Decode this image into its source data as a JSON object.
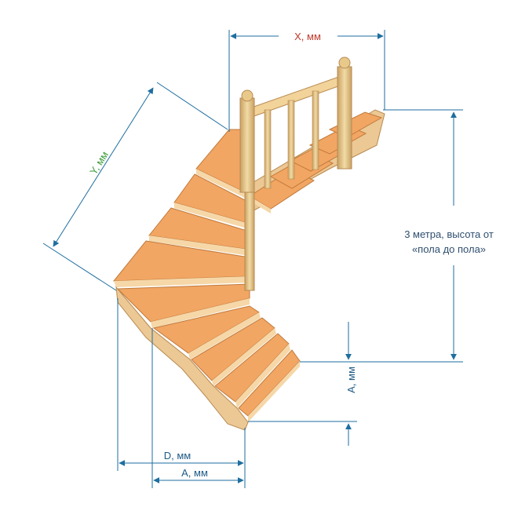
{
  "diagram": {
    "labels": {
      "x": "X, мм",
      "y": "Y, мм",
      "d": "D, мм",
      "a_bottom": "A, мм",
      "a_side": "A, мм"
    },
    "note": {
      "line1": "3 метра, высота от",
      "line2": "«пола до пола»"
    }
  },
  "colors": {
    "dimension_line": "#1e6ea0",
    "label_red": "#c0392b",
    "label_green": "#3b9b3b",
    "label_blue": "#1e5a86",
    "tread": "#f2a663",
    "tread_edge": "#d98b4c",
    "riser": "#f6d7a8",
    "stringer": "#ecc894",
    "baluster": "#e8c98a"
  }
}
